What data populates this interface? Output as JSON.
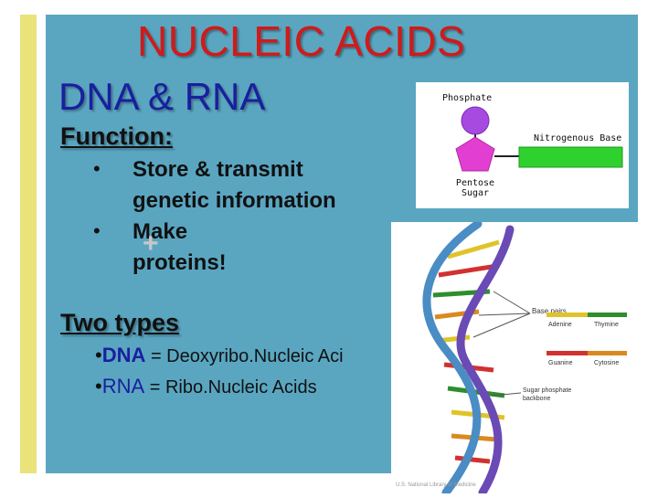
{
  "slide": {
    "title": "NUCLEIC ACIDS",
    "subtitle": "DNA & RNA",
    "function_heading": "Function:",
    "function_items": [
      {
        "line1": "Store & transmit",
        "line2": "genetic information"
      },
      {
        "line1": "Make",
        "line2": "proteins!"
      }
    ],
    "bullet_glyph": "•",
    "plus_glyph": "+",
    "types_heading": "Two types",
    "types": [
      {
        "abbr": "DNA",
        "full": "= Deoxyribo.Nucleic Aci"
      },
      {
        "abbr": "RNA",
        "full": "= Ribo.Nucleic Acids"
      }
    ]
  },
  "nucleotide_diagram": {
    "phosphate_label": "Phosphate",
    "base_label": "Nitrogenous Base",
    "sugar_label_line1": "Pentose",
    "sugar_label_line2": "Sugar"
  },
  "helix_diagram": {
    "base_pairs_label": "Base pairs",
    "adenine": "Adenine",
    "thymine": "Thymine",
    "guanine": "Guanine",
    "cytosine": "Cytosine",
    "backbone_line1": "Sugar phosphate",
    "backbone_line2": "backbone",
    "credit": "U.S. National Library of Medicine"
  },
  "colors": {
    "accent_bar": "#e9e37a",
    "panel": "#5aa6c1",
    "title": "#d11a1a",
    "subtitle": "#1a1f9e",
    "phosphate": "#a64ae0",
    "sugar": "#e23fd2",
    "base": "#2fd12f",
    "adenine": "#e0c32a",
    "thymine": "#2e8e2e",
    "guanine": "#d23131",
    "cytosine": "#d98a1f"
  }
}
